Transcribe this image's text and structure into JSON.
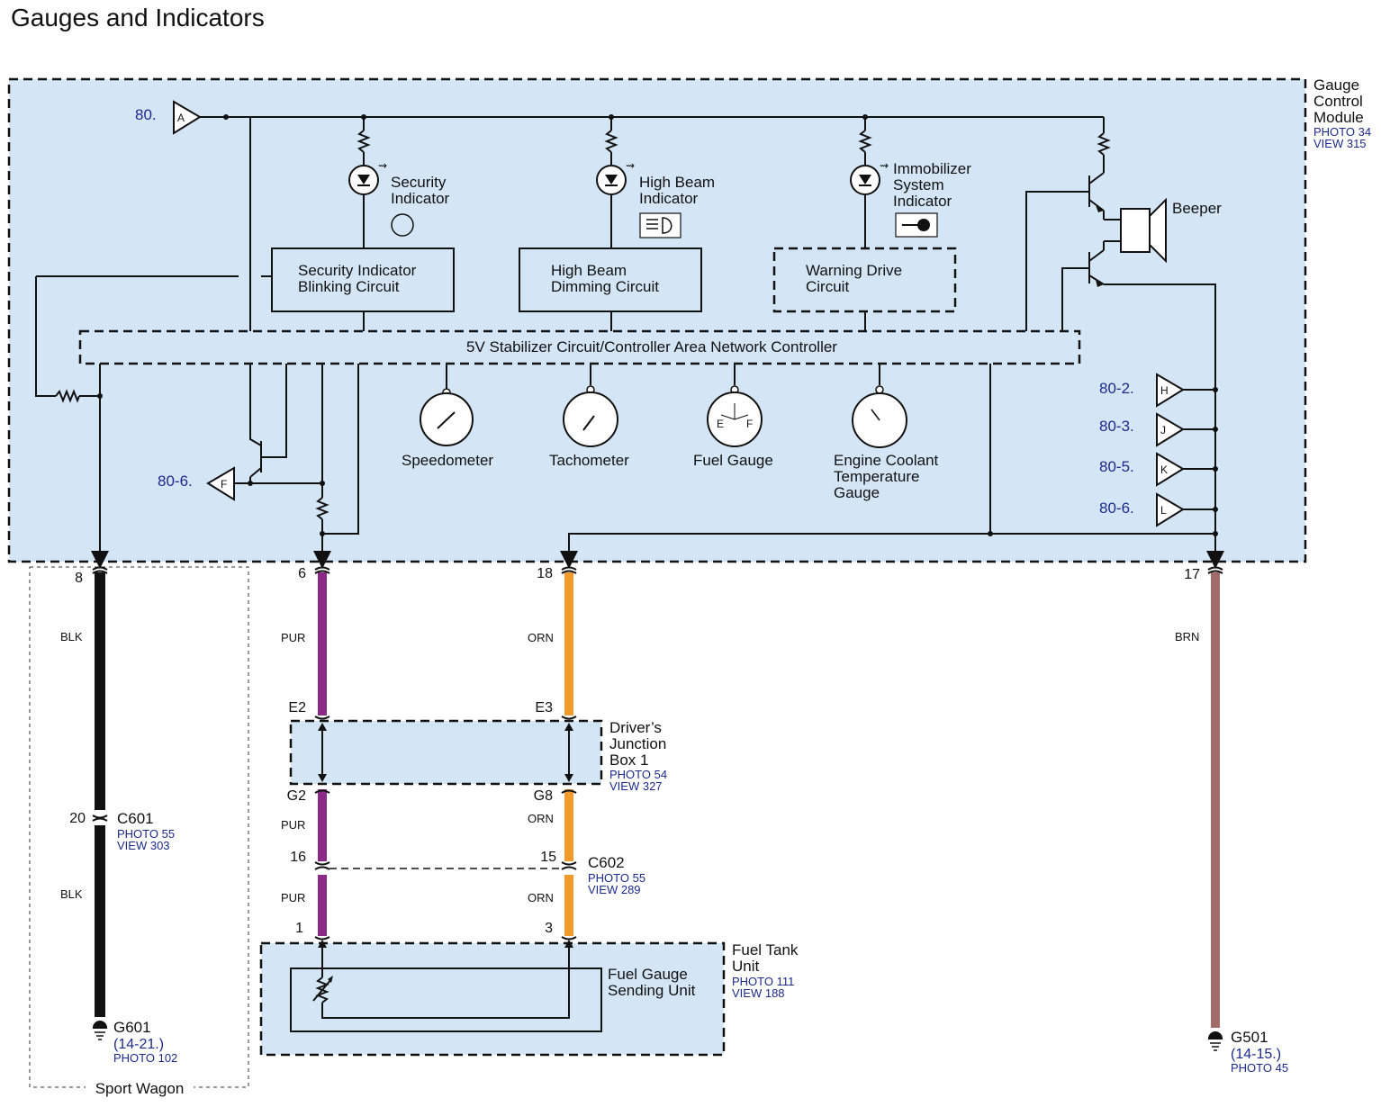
{
  "title": "Gauges and Indicators",
  "module": {
    "name_lines": [
      "Gauge",
      "Control",
      "Module"
    ],
    "photo": "PHOTO 34",
    "view": "VIEW 315"
  },
  "indicators": {
    "security": [
      "Security",
      "Indicator"
    ],
    "high_beam": [
      "High Beam",
      "Indicator"
    ],
    "immobilizer": [
      "Immobilizer",
      "System",
      "Indicator"
    ]
  },
  "circuits": {
    "security_blink": [
      "Security Indicator",
      "Blinking Circuit"
    ],
    "high_beam_dim": [
      "High Beam",
      "Dimming Circuit"
    ],
    "warning_drive": [
      "Warning Drive",
      "Circuit"
    ]
  },
  "controller": "5V Stabilizer Circuit/Controller Area Network Controller",
  "beeper": "Beeper",
  "gauges": {
    "speedometer": "Speedometer",
    "tachometer": "Tachometer",
    "fuel": "Fuel Gauge",
    "fuel_e": "E",
    "fuel_f": "F",
    "coolant": [
      "Engine Coolant",
      "Temperature",
      "Gauge"
    ]
  },
  "connectors": {
    "a": {
      "letter": "A",
      "ref": "80."
    },
    "f": {
      "letter": "F",
      "ref": "80-6."
    },
    "h": {
      "letter": "H",
      "ref": "80-2."
    },
    "j": {
      "letter": "J",
      "ref": "80-3."
    },
    "k": {
      "letter": "K",
      "ref": "80-5."
    },
    "l": {
      "letter": "L",
      "ref": "80-6."
    }
  },
  "wires": {
    "blk": {
      "pin_top": "8",
      "color_name": "BLK",
      "color": "#111111",
      "pin_c601": "20",
      "color_name_lower": "BLK"
    },
    "pur": {
      "pin_top": "6",
      "color_name": "PUR",
      "color": "#8a2a86",
      "pin_e": "E2",
      "pin_g": "G2",
      "color_name_mid": "PUR",
      "pin_c602": "16",
      "color_name_lower": "PUR",
      "pin_bottom": "1"
    },
    "orn": {
      "pin_top": "18",
      "color_name": "ORN",
      "color": "#f39a2e",
      "pin_e": "E3",
      "pin_g": "G8",
      "color_name_mid": "ORN",
      "pin_c602": "15",
      "color_name_lower": "ORN",
      "pin_bottom": "3"
    },
    "brn": {
      "pin_top": "17",
      "color_name": "BRN",
      "color": "#a06b68"
    }
  },
  "c601": {
    "name": "C601",
    "photo": "PHOTO 55",
    "view": "VIEW 303"
  },
  "c602": {
    "name": "C602",
    "photo": "PHOTO 55",
    "view": "VIEW 289"
  },
  "junction_box": {
    "name_lines": [
      "Driver’s",
      "Junction",
      "Box 1"
    ],
    "photo": "PHOTO 54",
    "view": "VIEW 327"
  },
  "fuel_tank": {
    "name_lines": [
      "Fuel Tank",
      "Unit"
    ],
    "photo": "PHOTO 111",
    "view": "VIEW 188",
    "sender": [
      "Fuel Gauge",
      "Sending Unit"
    ]
  },
  "grounds": {
    "g601": {
      "name": "G601",
      "ref": "(14-21.)",
      "photo": "PHOTO 102"
    },
    "g501": {
      "name": "G501",
      "ref": "(14-15.)",
      "photo": "PHOTO 45"
    }
  },
  "sport_wagon": "Sport Wagon",
  "colors": {
    "module_fill": "#d4e5f5",
    "ink": "#111111",
    "ref_blue": "#1c2a8c"
  }
}
